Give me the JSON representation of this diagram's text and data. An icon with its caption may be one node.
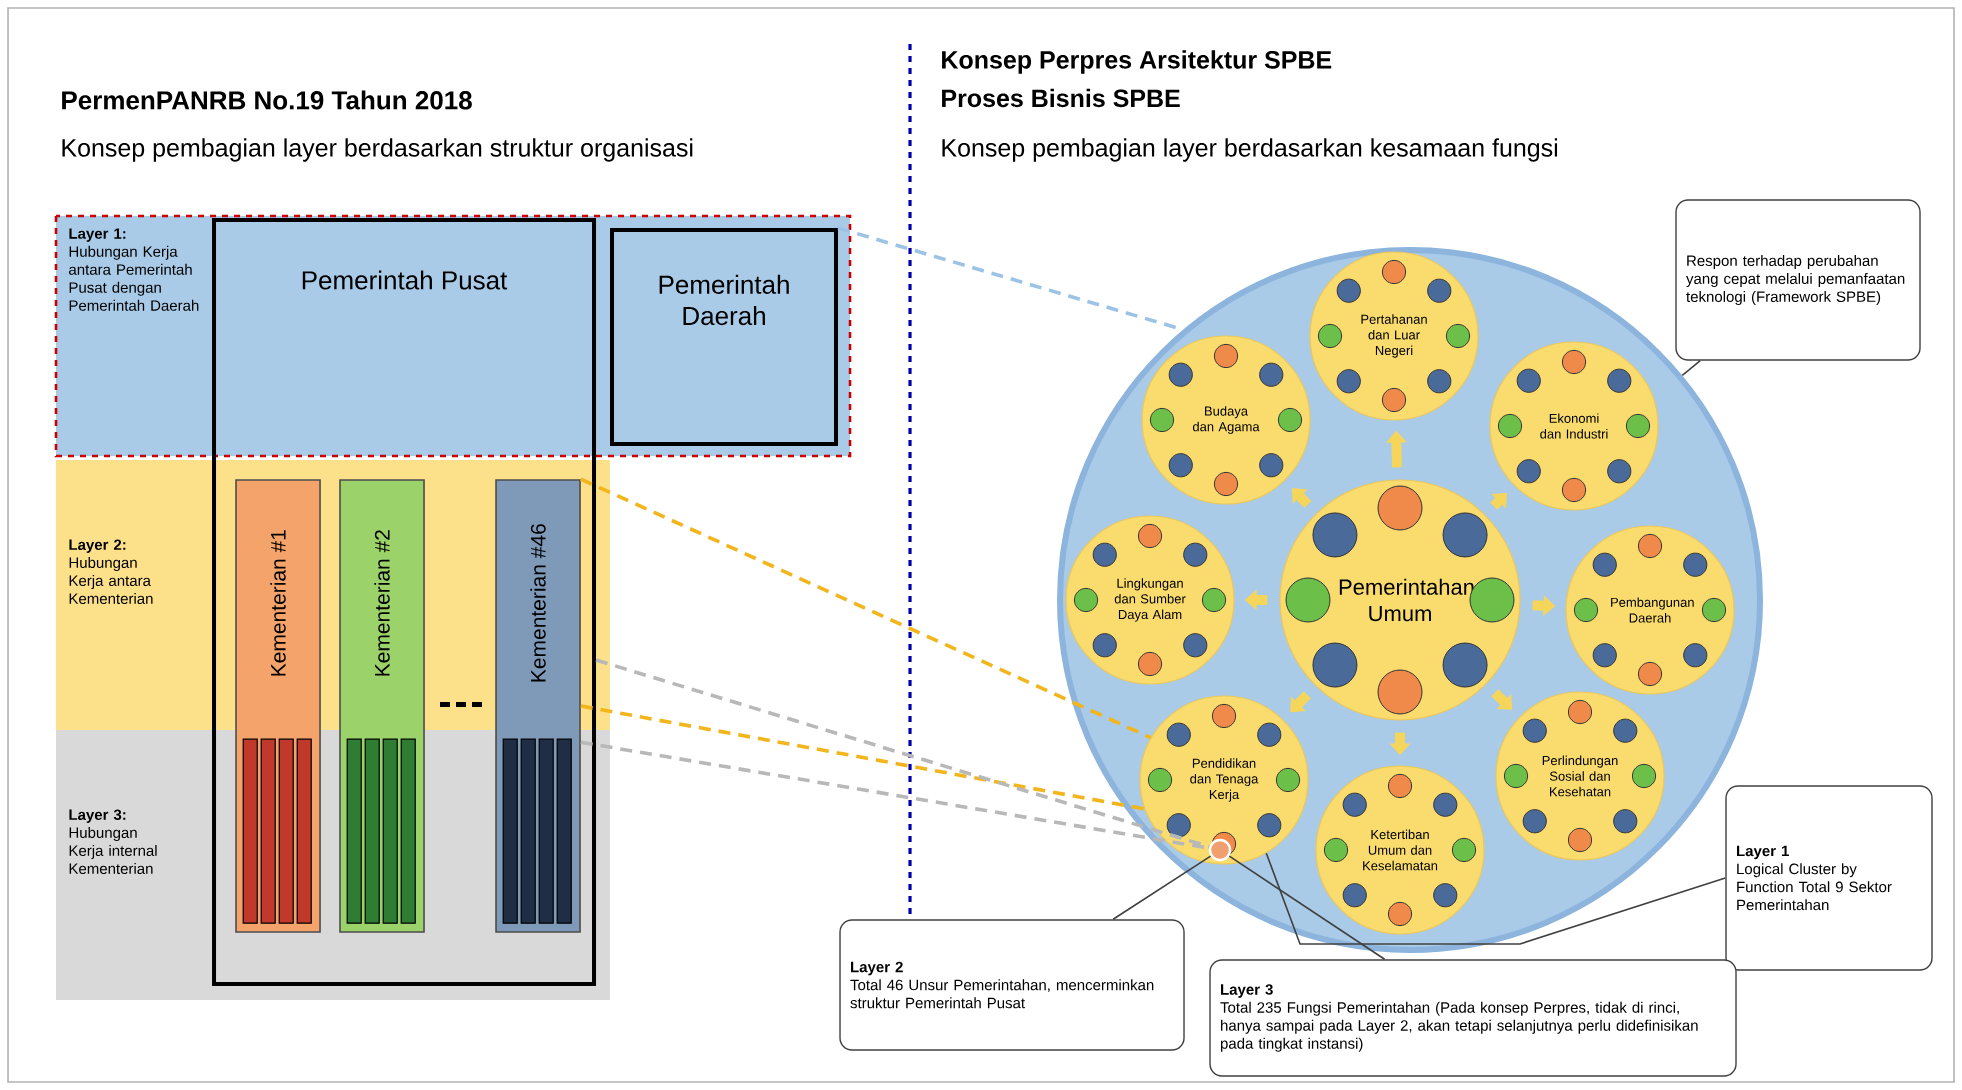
{
  "diagram": {
    "nodes": [
      {
        "text": [
          "Layer 1:",
          "Hubungan Kerja antara Pemerintah Pusat dengan Pemerintah Daerah"
        ]
      },
      {
        "text": [
          "Layer 2:",
          "Hubungan Kerja antara Kementerian"
        ]
      },
      {
        "text": [
          "Layer 3:",
          "Hubungan Kerja internal Kementerian"
        ]
      },
      {
        "text": [
          "Pemerintah Pusat"
        ]
      },
      {
        "text": [
          "Pemerintah Daerah"
        ]
      },
      {
        "text": [
          "Kementerian #1"
        ],
        "in": 3
      },
      {
        "text": [
          "Kementerian #2"
        ],
        "in": 3
      },
      {
        "text": [
          "Kementerian #46"
        ],
        "in": 3
      },
      {
        "text": [],
        "shape": "circle"
      },
      {
        "text": [
          "Pertahanan dan Luar Negeri"
        ],
        "in": 8
      },
      {
        "text": [
          "Budaya dan Agama"
        ],
        "in": 8
      },
      {
        "text": [
          "Ekonomi dan Industri"
        ],
        "in": 8
      },
      {
        "text": [
          "Lingkungan dan Sumber Daya Alam"
        ],
        "in": 8
      },
      {
        "text": [
          "Pemerintahan Umum"
        ],
        "in": 8
      },
      {
        "text": [
          "Pembangunan Daerah"
        ],
        "in": 8
      },
      {
        "text": [
          "Pendidikan dan Tenaga Kerja"
        ],
        "in": 8
      },
      {
        "text": [
          "Ketertiban Umum dan Keselamatan"
        ],
        "in": 8
      },
      {
        "text": [
          "Perlindungan Sosial dan Kesehatan"
        ],
        "in": 8
      },
      {
        "text": [],
        "shape": "circle",
        "in": 15
      },
      {
        "text": [
          "Respon terhadap perubahan yang cepat melalui pemanfaatan teknologi (Framework SPBE)"
        ]
      },
      {
        "text": [
          "Layer 1",
          "Logical Cluster by Function Total 9 Sektor Pemerintahan"
        ]
      },
      {
        "text": [
          "Layer 2",
          "Total 46 Unsur Pemerintahan, mencerminkan struktur Pemerintah Pusat"
        ]
      },
      {
        "text": [
          "Layer 3",
          "Total 235 Fungsi Pemerintahan (Pada konsep Perpres, tidak di rinci, hanya sampai pada Layer 2, akan tetapi selanjutnya perlu didefinisikan pada tingkat instansi)"
        ]
      }
    ],
    "edges": [
      {
        "from": 13,
        "to": 9,
        "arrow": "to",
        "style": "thick",
        "color": "#f5d55a"
      },
      {
        "from": 13,
        "to": 10,
        "arrow": "to",
        "style": "thick",
        "color": "#f5d55a"
      },
      {
        "from": 13,
        "to": 11,
        "arrow": "to",
        "style": "thick",
        "color": "#f5d55a"
      },
      {
        "from": 13,
        "to": 12,
        "arrow": "to",
        "style": "thick",
        "color": "#f5d55a"
      },
      {
        "from": 13,
        "to": 14,
        "arrow": "to",
        "style": "thick",
        "color": "#f5d55a"
      },
      {
        "from": 13,
        "to": 15,
        "arrow": "to",
        "style": "thick",
        "color": "#f5d55a"
      },
      {
        "from": 13,
        "to": 16,
        "arrow": "to",
        "style": "thick",
        "color": "#f5d55a"
      },
      {
        "from": 13,
        "to": 17,
        "arrow": "to",
        "style": "thick",
        "color": "#f5d55a"
      },
      {
        "from": 19,
        "to": 8,
        "arrow": "none",
        "color": "#404040"
      },
      {
        "from": 20,
        "to": 15,
        "arrow": "none",
        "color": "#404040"
      },
      {
        "from": 21,
        "to": 18,
        "arrow": "none",
        "color": "#404040"
      },
      {
        "from": 22,
        "to": 18,
        "arrow": "none",
        "color": "#404040"
      },
      {
        "from": 7,
        "to": 15,
        "arrow": "none",
        "style": "dashed",
        "color": "#f2b51c"
      },
      {
        "from": 7,
        "to": 15,
        "arrow": "none",
        "style": "dashed",
        "color": "#f2b51c"
      },
      {
        "from": 7,
        "to": 18,
        "arrow": "none",
        "style": "dashed",
        "color": "#b8b8b8"
      },
      {
        "from": 3,
        "to": 18,
        "arrow": "none",
        "style": "dashed",
        "color": "#b8b8b8"
      },
      {
        "from": 4,
        "to": 8,
        "arrow": "none",
        "style": "dashed",
        "color": "#9cc3e6"
      }
    ],
    "labels": [
      "PermenPANRB No.19 Tahun 2018",
      "Konsep pembagian layer berdasarkan struktur organisasi",
      "Konsep Perpres Arsitektur SPBE",
      "Proses Bisnis SPBE",
      "Konsep pembagian layer berdasarkan kesamaan fungsi"
    ]
  }
}
